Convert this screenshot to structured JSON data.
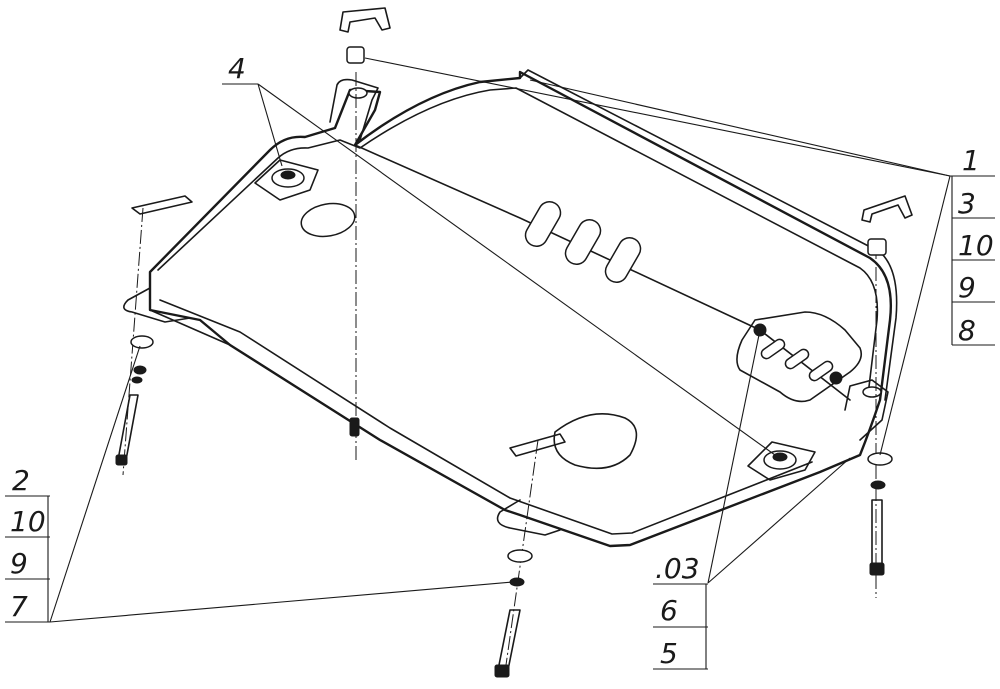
{
  "callouts": {
    "right_top": {
      "main": "1",
      "rows": [
        "3",
        "10",
        "9",
        "8"
      ]
    },
    "left_bottom": {
      "main": "2",
      "rows": [
        "10",
        "9",
        "7"
      ]
    },
    "right_bottom": {
      "main": ".03",
      "rows": [
        "6",
        "5"
      ]
    },
    "mounting_points": "4"
  },
  "colors": {
    "line": "#1a1a1a",
    "background": "#ffffff"
  }
}
